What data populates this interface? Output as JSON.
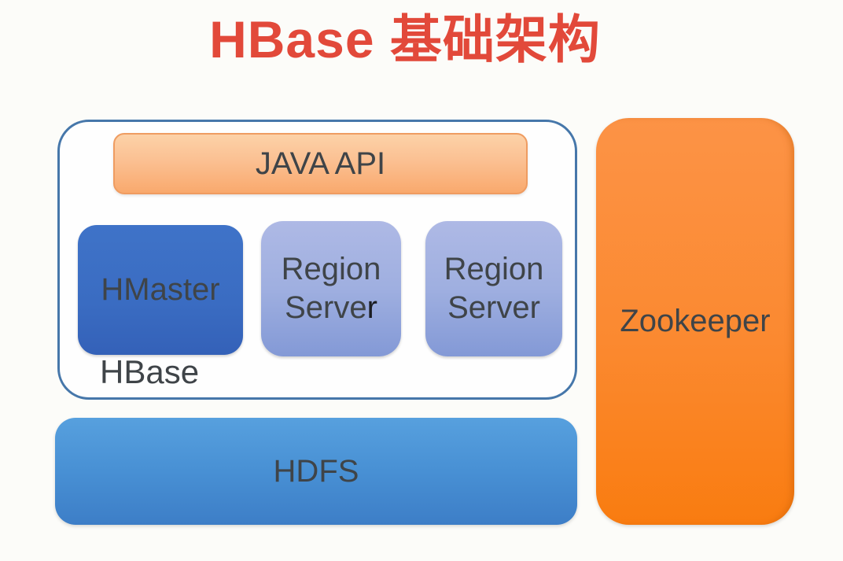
{
  "title": {
    "text": "HBase 基础架构",
    "color": "#e2493a"
  },
  "diagram": {
    "hbase_group": {
      "label": "HBase",
      "java_api": {
        "label": "JAVA API"
      },
      "hmaster": {
        "label": "HMaster"
      },
      "region_server_1": {
        "line1": "Region",
        "line2_main": "Serve",
        "line2_tail": "r"
      },
      "region_server_2": {
        "line1": "Region",
        "line2": "Server"
      }
    },
    "hdfs": {
      "label": "HDFS"
    },
    "zookeeper": {
      "label": "Zookeeper"
    }
  },
  "colors": {
    "background": "#fcfcf9",
    "title_red": "#e2493a",
    "group_border_blue": "#4677aa",
    "java_api_top": "#fcd2a8",
    "java_api_bottom": "#f9a96d",
    "java_api_border": "#ef9c61",
    "hmaster_blue": "#3b6fc4",
    "region_server_top": "#aeb9e5",
    "region_server_bottom": "#8399d6",
    "hdfs_top": "#57a0de",
    "hdfs_bottom": "#3d7ec7",
    "zookeeper_top": "#fc9346",
    "zookeeper_bottom": "#f97c10",
    "text_dark": "#3f4448"
  }
}
